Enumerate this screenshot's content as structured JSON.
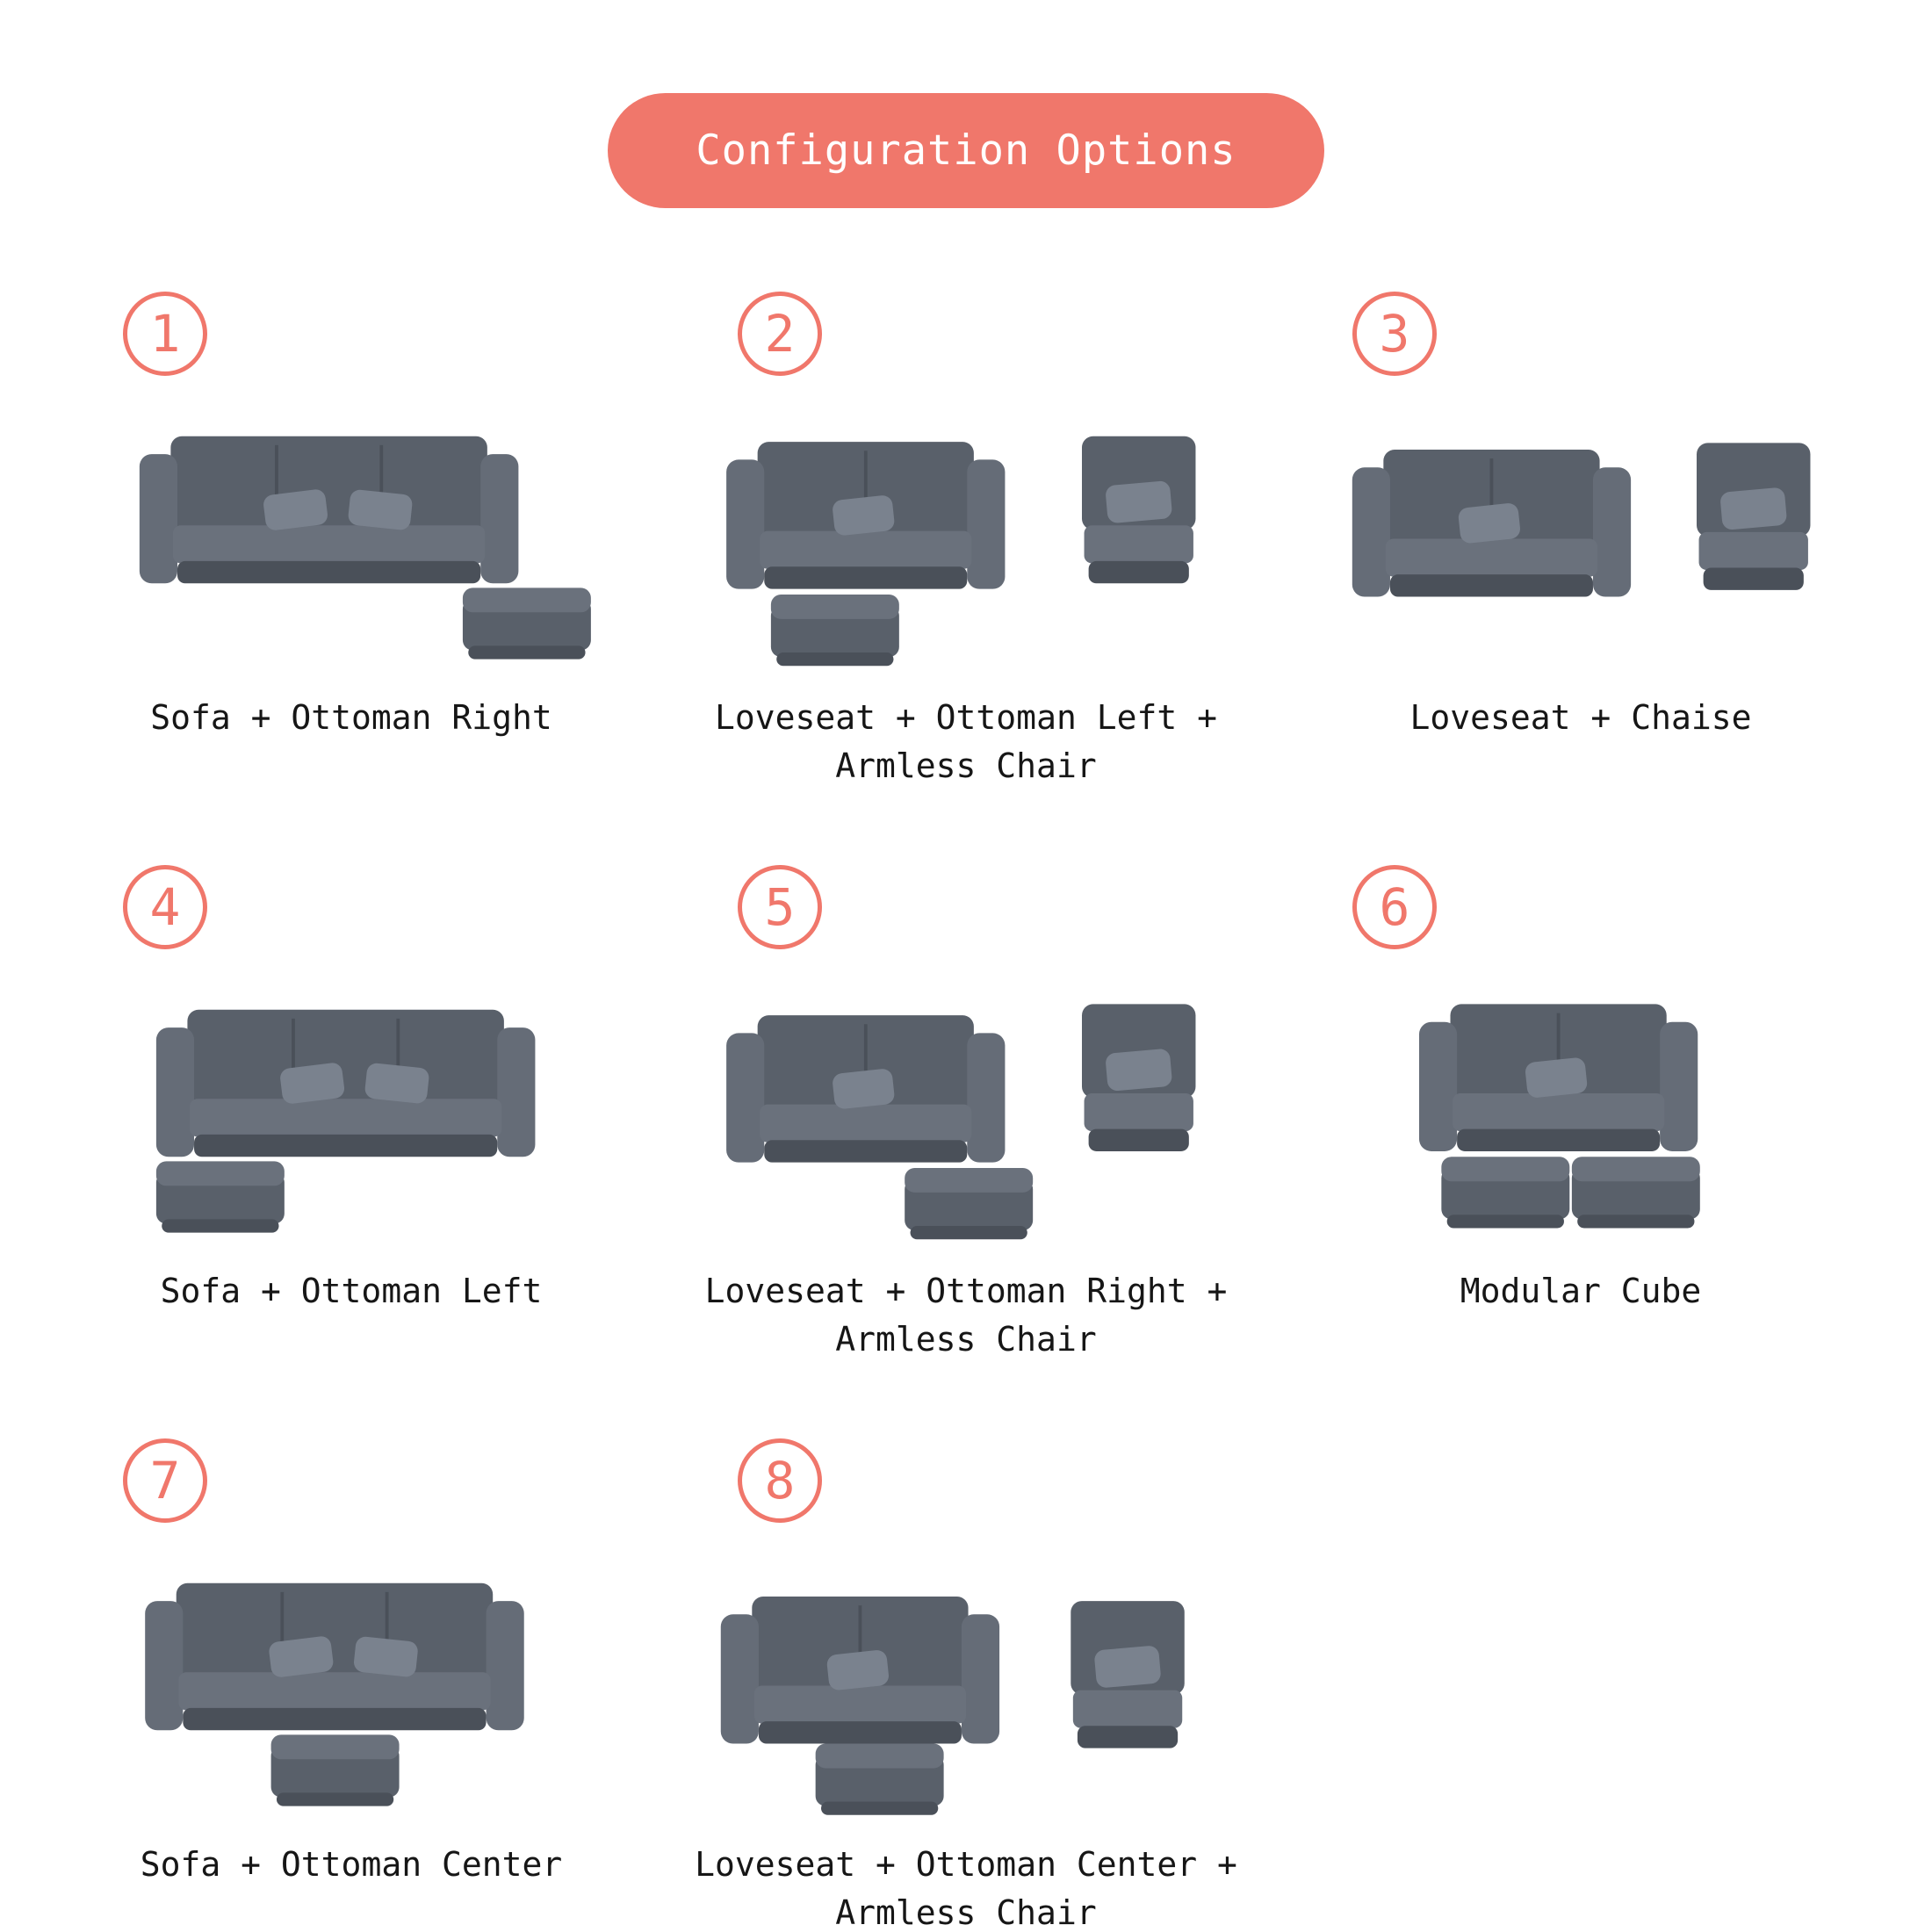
{
  "header": {
    "title": "Configuration Options"
  },
  "theme": {
    "accent": "#F0776B",
    "text_color": "#161616",
    "background": "#FFFFFF",
    "sofa_color": "#59606A"
  },
  "cards": [
    {
      "number": "1",
      "label": "Sofa + Ottoman Right",
      "illustration": "sofa-ottoman-right-illustration"
    },
    {
      "number": "2",
      "label": "Loveseat + Ottoman Left + Armless Chair",
      "illustration": "loveseat-ottoman-left-armless-chair-illustration"
    },
    {
      "number": "3",
      "label": "Loveseat + Chaise",
      "illustration": "loveseat-chaise-illustration"
    },
    {
      "number": "4",
      "label": "Sofa + Ottoman Left",
      "illustration": "sofa-ottoman-left-illustration"
    },
    {
      "number": "5",
      "label": "Loveseat + Ottoman Right + Armless Chair",
      "illustration": "loveseat-ottoman-right-armless-chair-illustration"
    },
    {
      "number": "6",
      "label": "Modular Cube",
      "illustration": "modular-cube-illustration"
    },
    {
      "number": "7",
      "label": "Sofa + Ottoman Center",
      "illustration": "sofa-ottoman-center-illustration"
    },
    {
      "number": "8",
      "label": "Loveseat + Ottoman Center + Armless Chair",
      "illustration": "loveseat-ottoman-center-armless-chair-illustration"
    }
  ]
}
